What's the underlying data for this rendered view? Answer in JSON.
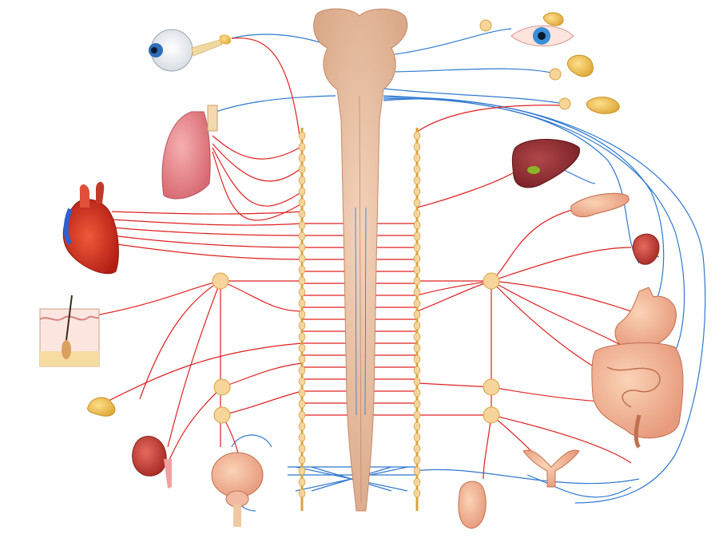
{
  "diagram": {
    "type": "autonomic-nervous-system-illustration",
    "colors": {
      "sympathetic_nerve": "#e02020",
      "parasympathetic_nerve": "#2f78d0",
      "spinal_cord": "#e7b89a",
      "ganglion": "#f6d49a",
      "background": "#ffffff"
    },
    "organs_left": [
      "eye",
      "lung",
      "heart",
      "skin",
      "adrenal-gland",
      "kidney",
      "bladder"
    ],
    "organs_right": [
      "lacrimal-gland",
      "eye",
      "salivary-gland",
      "salivary-gland",
      "liver",
      "pancreas",
      "spleen",
      "stomach",
      "intestines",
      "uterus",
      "genitals"
    ]
  }
}
